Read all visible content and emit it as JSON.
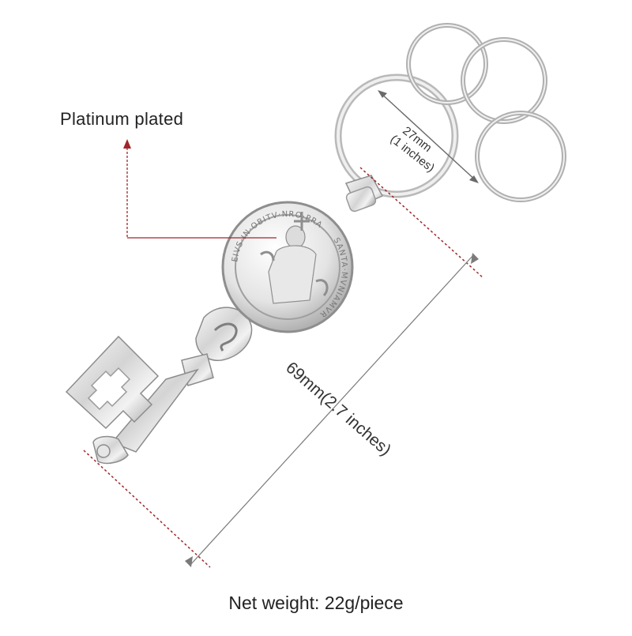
{
  "annotations": {
    "material": "Platinum  plated",
    "ring_diameter_mm": "27mm",
    "ring_diameter_in": "(1 inches)",
    "length": "69mm(2.7 inches)",
    "net_weight": "Net weight: 22g/piece"
  },
  "medallion_text": {
    "top": "EIVS·IN·OBITV·NRO·PRA",
    "side": "SANTA·MVNIAMVR"
  },
  "colors": {
    "background": "#ffffff",
    "text": "#222222",
    "dimension_line": "#a0262a",
    "metal_light": "#f4f4f4",
    "metal_mid": "#c9c9c9",
    "metal_dark": "#8e8e8e"
  }
}
